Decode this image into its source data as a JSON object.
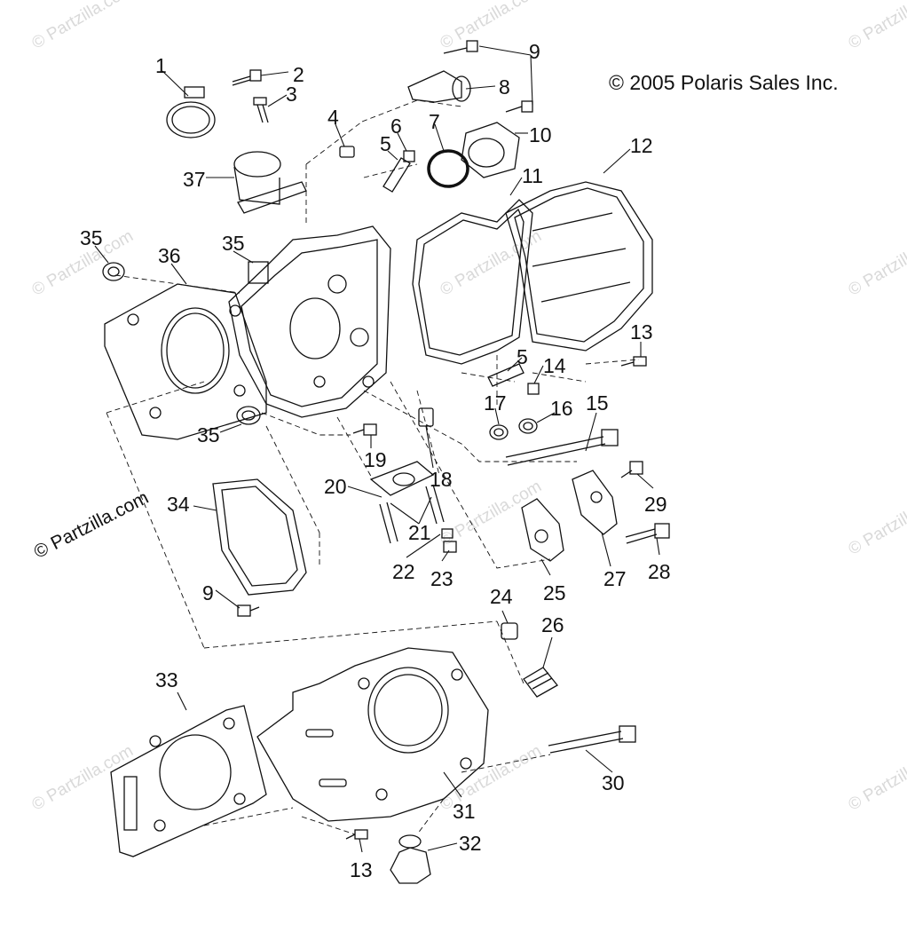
{
  "copyright": "© 2005 Polaris Sales Inc.",
  "partzilla_label": "© Partzilla.com",
  "watermark_text": "© Partzilla.com",
  "callouts": [
    "1",
    "2",
    "3",
    "4",
    "5",
    "6",
    "7",
    "8",
    "9",
    "10",
    "11",
    "12",
    "13",
    "14",
    "5",
    "17",
    "16",
    "15",
    "35",
    "36",
    "35",
    "37",
    "19",
    "18",
    "20",
    "21",
    "22",
    "23",
    "34",
    "9",
    "24",
    "26",
    "25",
    "27",
    "28",
    "29",
    "33",
    "31",
    "30",
    "13",
    "32",
    "35"
  ]
}
